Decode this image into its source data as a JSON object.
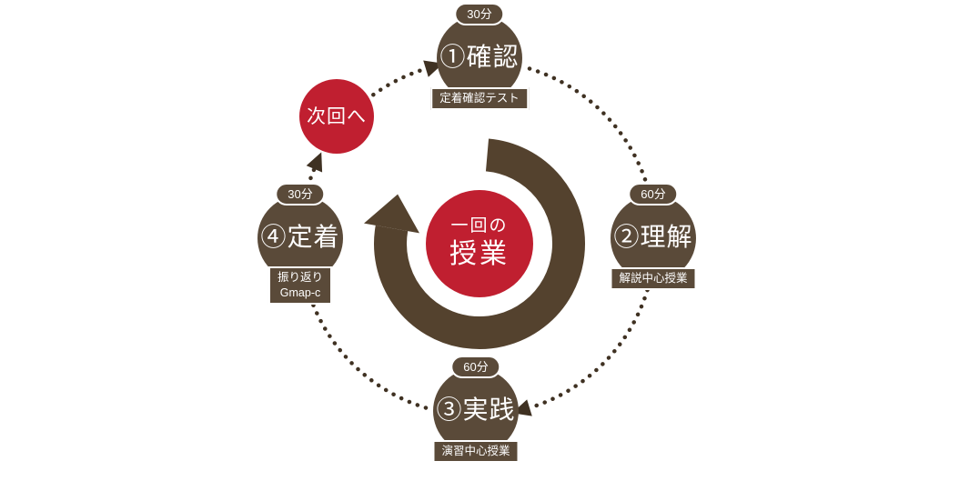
{
  "diagram": {
    "center": {
      "line1": "一回の",
      "line2": "授業"
    },
    "next_label": "次回へ",
    "nodes": [
      {
        "time": "30分",
        "title": "①確認",
        "subtitle": "定着確認テスト"
      },
      {
        "time": "60分",
        "title": "②理解",
        "subtitle": "解説中心授業"
      },
      {
        "time": "60分",
        "title": "③実践",
        "subtitle": "演習中心授業"
      },
      {
        "time": "30分",
        "title": "④定着",
        "subtitle": "振り返り",
        "subtitle2": "Gmap-c"
      }
    ],
    "colors": {
      "brown": "#5a4a39",
      "red": "#c01f30",
      "arrow": "#54422e",
      "dots": "#3f3122"
    }
  }
}
